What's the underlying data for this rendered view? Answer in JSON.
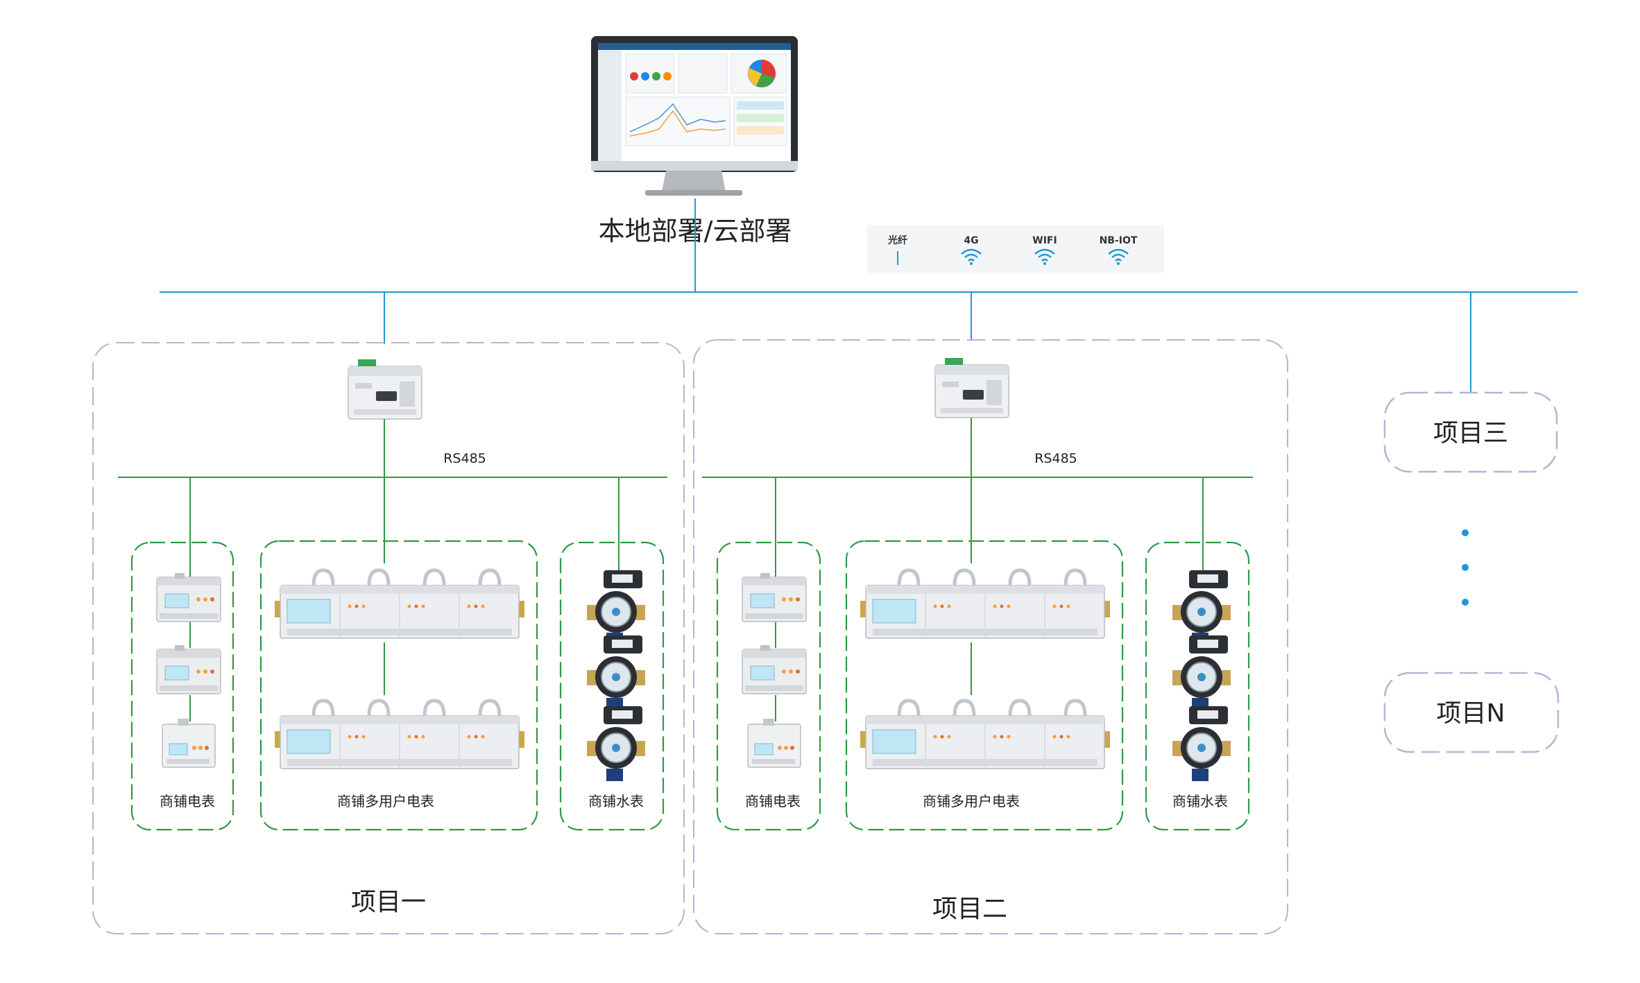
{
  "server": {
    "label": "本地部署/云部署"
  },
  "network_types": [
    "光纤",
    "4G",
    "WIFI",
    "NB-IOT"
  ],
  "bus_label": "RS485",
  "groups": {
    "single_meter": "商铺电表",
    "multi_meter": "商铺多用户电表",
    "water_meter": "商铺水表"
  },
  "projects": {
    "one": "项目一",
    "two": "项目二",
    "three": "项目三",
    "n": "项目N"
  },
  "colors": {
    "blue_line": "#1b9ad6",
    "green_line": "#2e9a47",
    "project_border": "#b9b2d3",
    "dot": "#1b9ad6"
  }
}
